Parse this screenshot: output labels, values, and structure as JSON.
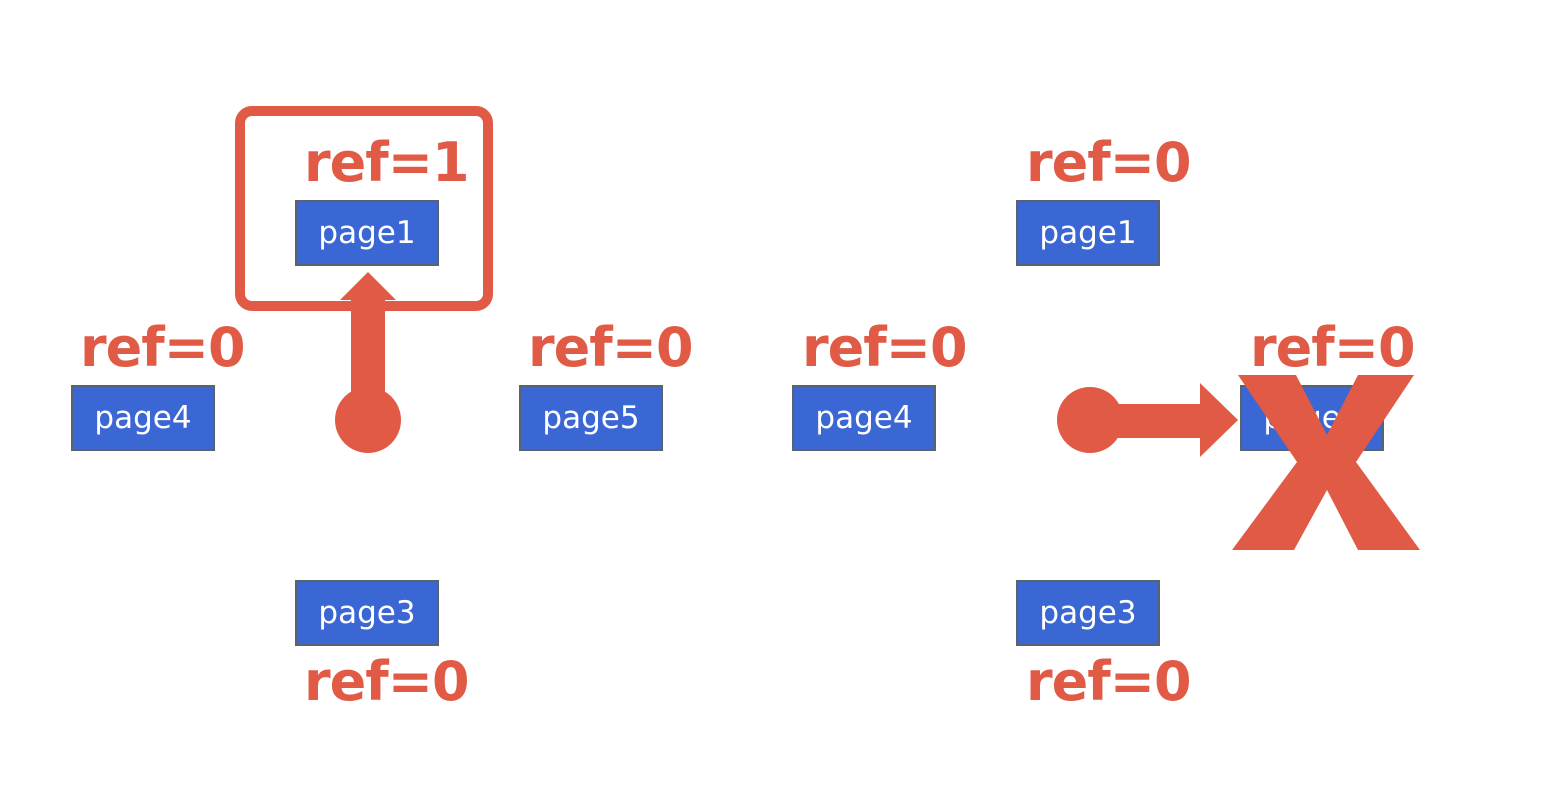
{
  "colors": {
    "accent": "#E05A45",
    "page_fill": "#3B67D4",
    "page_border": "#5a6270",
    "page_text": "#ffffff"
  },
  "left": {
    "page1": {
      "label": "page1",
      "ref": "ref=1"
    },
    "page3": {
      "label": "page3",
      "ref": "ref=0"
    },
    "page4": {
      "label": "page4",
      "ref": "ref=0"
    },
    "page5": {
      "label": "page5",
      "ref": "ref=0"
    }
  },
  "right": {
    "page1": {
      "label": "page1",
      "ref": "ref=0"
    },
    "page3": {
      "label": "page3",
      "ref": "ref=0"
    },
    "page4": {
      "label": "page4",
      "ref": "ref=0"
    },
    "page5": {
      "label": "page5",
      "ref": "ref=0"
    }
  },
  "icons": {
    "selection_box": "highlight-rectangle",
    "pointer_up": "clock-hand-arrow-up",
    "pointer_right": "clock-hand-arrow-right",
    "cross": "x-mark"
  }
}
